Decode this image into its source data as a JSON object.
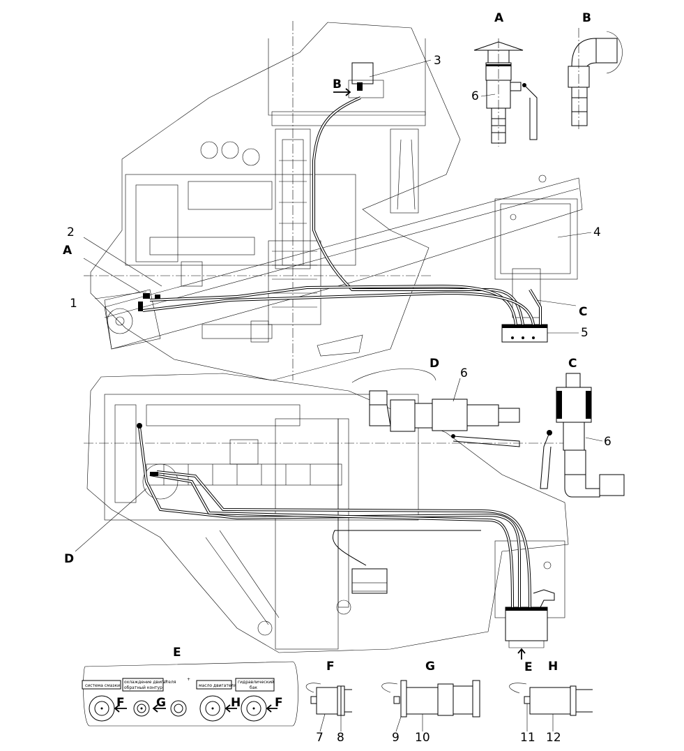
{
  "diagram": {
    "callouts": [
      "1",
      "2",
      "3",
      "4",
      "5",
      "6",
      "7",
      "8",
      "9",
      "10",
      "11",
      "12"
    ],
    "views": [
      "A",
      "B",
      "C",
      "D",
      "E",
      "F",
      "G",
      "H"
    ],
    "panel_labels": {
      "lubrication": "система смазки",
      "engine_cooling_line1": "охлаждение двигателя",
      "engine_cooling_line2": "обратный контур",
      "engine_oil": "масло двигателя",
      "hydraulic_tank_line1": "гидравлический",
      "hydraulic_tank_line2": "бак"
    }
  }
}
